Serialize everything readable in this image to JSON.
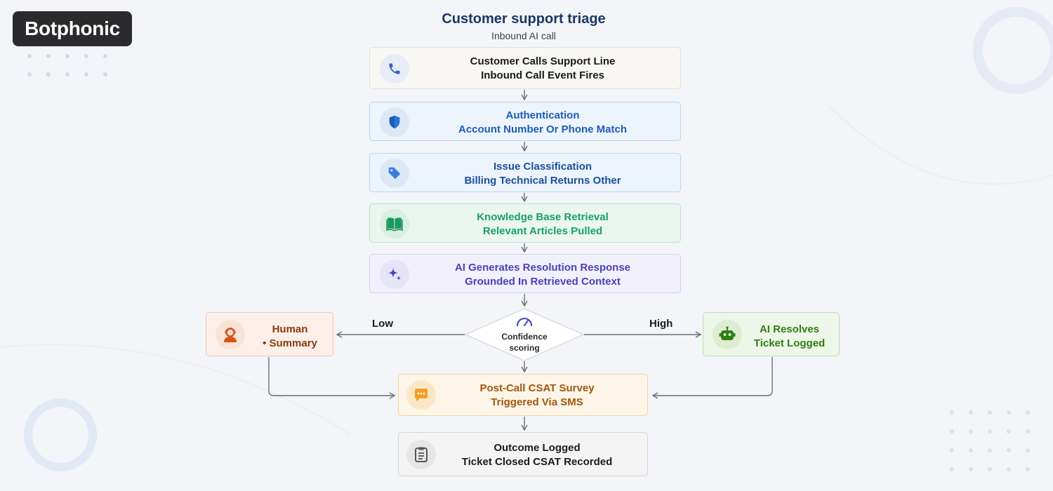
{
  "brand": {
    "logo_text": "Botphonic"
  },
  "header": {
    "title": "Customer support triage",
    "subtitle": "Inbound AI call"
  },
  "nodes": {
    "call": {
      "line1": "Customer Calls Support Line",
      "line2": "Inbound Call Event Fires",
      "icon": "phone-icon",
      "color": "#2f5fd0"
    },
    "auth": {
      "line1": "Authentication",
      "line2": "Account Number Or Phone Match",
      "icon": "shield-icon",
      "color": "#1b5cb9"
    },
    "classify": {
      "line1": "Issue Classification",
      "line2": "Billing Technical Returns Other",
      "icon": "tag-icon",
      "color": "#1b4fa0"
    },
    "kb": {
      "line1": "Knowledge Base Retrieval",
      "line2": "Relevant Articles Pulled",
      "icon": "book-icon",
      "color": "#18a06b"
    },
    "ai": {
      "line1": "AI Generates Resolution Response",
      "line2": "Grounded In Retrieved Context",
      "icon": "sparkle-icon",
      "color": "#4b3ec0"
    },
    "decision": {
      "line1": "Confidence",
      "line2": "scoring",
      "icon": "gauge-icon"
    },
    "human": {
      "line1": "Human",
      "line2": "•  Summary",
      "icon": "agent-icon",
      "color": "#d2561a"
    },
    "resolve": {
      "line1": "AI Resolves",
      "line2": "Ticket Logged",
      "icon": "robot-icon",
      "color": "#2f7f14"
    },
    "csat": {
      "line1": "Post-Call CSAT Survey",
      "line2": "Triggered Via SMS",
      "icon": "chat-icon",
      "color": "#f0a125"
    },
    "outcome": {
      "line1": "Outcome Logged",
      "line2": "Ticket Closed CSAT Recorded",
      "icon": "clipboard-icon",
      "color": "#555555"
    }
  },
  "edges": {
    "low_label": "Low",
    "high_label": "High"
  }
}
